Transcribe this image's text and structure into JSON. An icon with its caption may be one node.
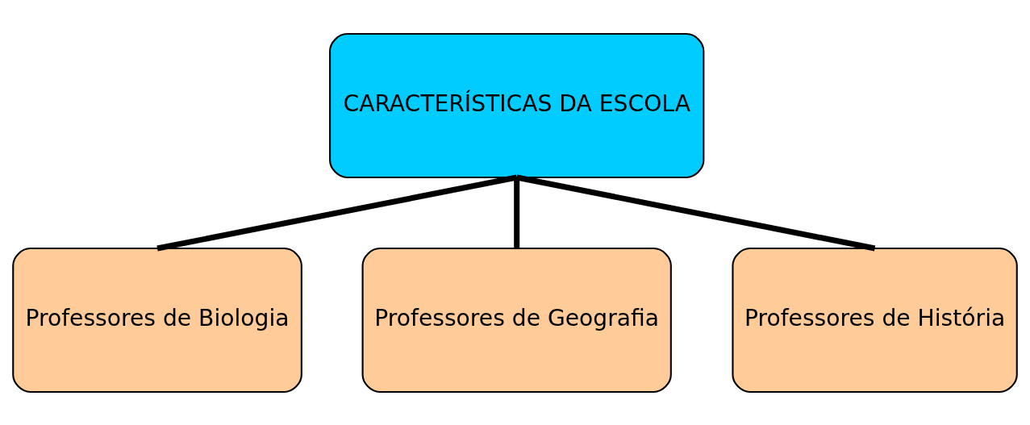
{
  "diagram": {
    "nodes": [
      {
        "text": [
          "CARACTERÍSTICAS DA ESCOLA"
        ]
      },
      {
        "text": [
          "Professores de Biologia"
        ]
      },
      {
        "text": [
          "Professores de Geografia"
        ]
      },
      {
        "text": [
          "Professores de História"
        ]
      }
    ],
    "edges": [
      {
        "from": 0,
        "to": 1,
        "arrow": "none"
      },
      {
        "from": 0,
        "to": 2,
        "arrow": "none"
      },
      {
        "from": 0,
        "to": 3,
        "arrow": "none"
      }
    ]
  }
}
